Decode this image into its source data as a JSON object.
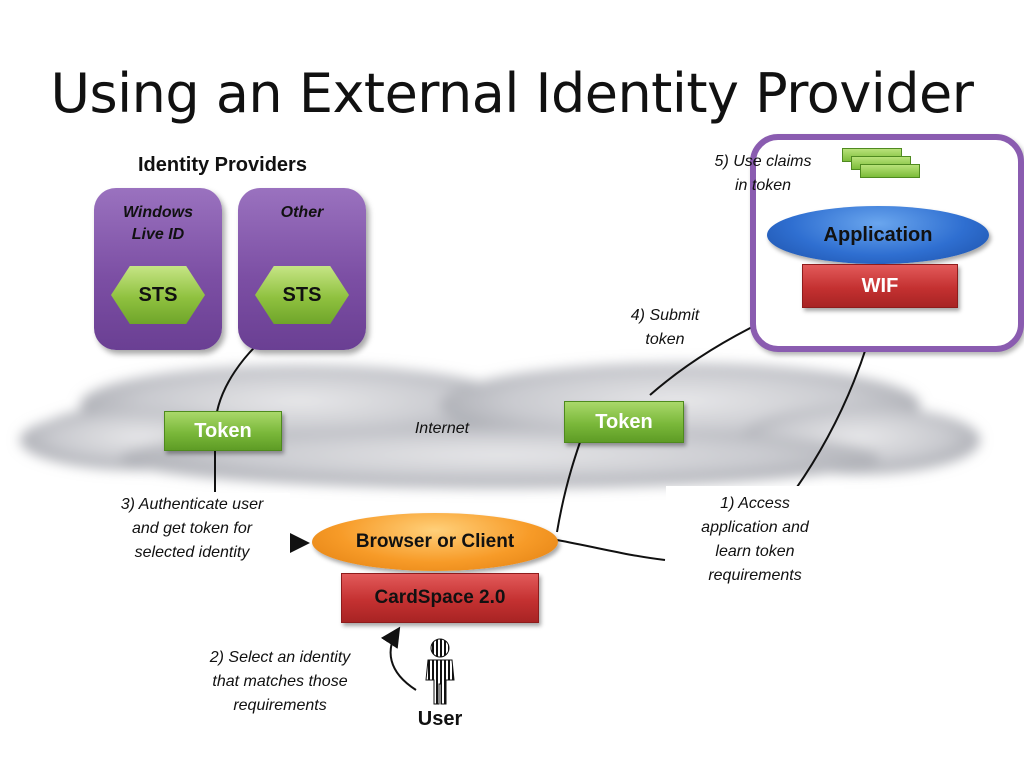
{
  "slide": {
    "title": "Using an External Identity Provider"
  },
  "identity_providers": {
    "heading": "Identity Providers",
    "windows_live": {
      "label_line1": "Windows",
      "label_line2": "Live ID",
      "sts": "STS"
    },
    "other": {
      "label": "Other",
      "sts": "STS"
    }
  },
  "internet": {
    "label": "Internet"
  },
  "tokens": {
    "left": "Token",
    "right": "Token"
  },
  "steps": {
    "step1": [
      "1) Access",
      "application and",
      "learn token",
      "requirements"
    ],
    "step2": [
      "2) Select an identity",
      "that matches those",
      "requirements"
    ],
    "step3": [
      "3) Authenticate user",
      "and get token for",
      "selected identity"
    ],
    "step4": [
      "4) Submit",
      "token"
    ],
    "step5": [
      "5) Use claims",
      "in token"
    ]
  },
  "application_box": {
    "application": "Application",
    "wif": "WIF"
  },
  "client": {
    "browser": "Browser or Client",
    "cardspace": "CardSpace  2.0"
  },
  "user": {
    "label": "User"
  },
  "colors": {
    "purple": "#7c4fa4",
    "green": "#7ab83a",
    "red": "#c43131",
    "blue": "#2f6fd1",
    "orange": "#f79b28"
  }
}
